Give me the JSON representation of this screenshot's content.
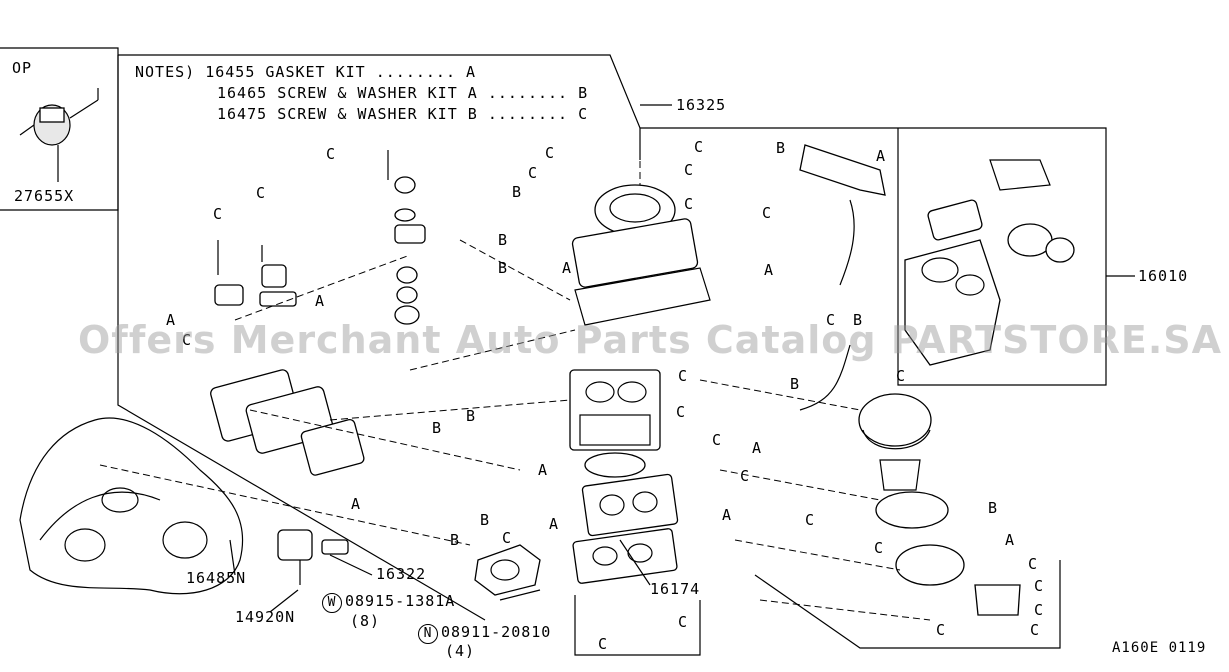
{
  "option_box": {
    "title": "OP",
    "part": "27655X"
  },
  "notes": {
    "heading": "NOTES)",
    "items": [
      {
        "part": "16455",
        "name": "GASKET KIT",
        "leader": "........",
        "ref": "A"
      },
      {
        "part": "16465",
        "name": "SCREW & WASHER KIT A",
        "leader": "........",
        "ref": "B"
      },
      {
        "part": "16475",
        "name": "SCREW & WASHER KIT B",
        "leader": "........",
        "ref": "C"
      }
    ]
  },
  "part_labels": {
    "p16325": "16325",
    "p16010": "16010",
    "p16485N": "16485N",
    "p16322": "16322",
    "p14920N": "14920N",
    "p16174": "16174",
    "w_symbol": "W",
    "w_part": "08915-1381A",
    "w_qty": "(8)",
    "n_symbol": "N",
    "n_part": "08911-20810",
    "n_qty": "(4)"
  },
  "callouts": {
    "a": "A",
    "b": "B",
    "c": "C"
  },
  "diagram_code": "A160E 0119",
  "watermark": "Offers Merchant Auto Parts Catalog PARTSTORE.SA"
}
